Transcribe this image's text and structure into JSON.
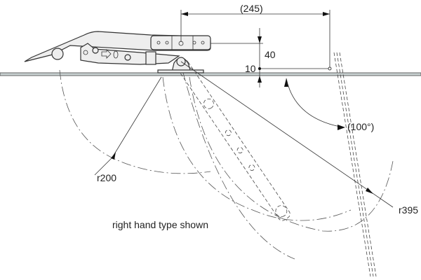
{
  "dimensions": {
    "width_label": "(245)",
    "height_label": "40",
    "offset_label": "10",
    "angle_label": "(100°)",
    "radius_small_label": "r200",
    "radius_large_label": "r395"
  },
  "caption": "right hand type shown",
  "colors": {
    "line": "#333333",
    "part_fill": "#eeeeee",
    "worktop": "#9aa8a8"
  }
}
